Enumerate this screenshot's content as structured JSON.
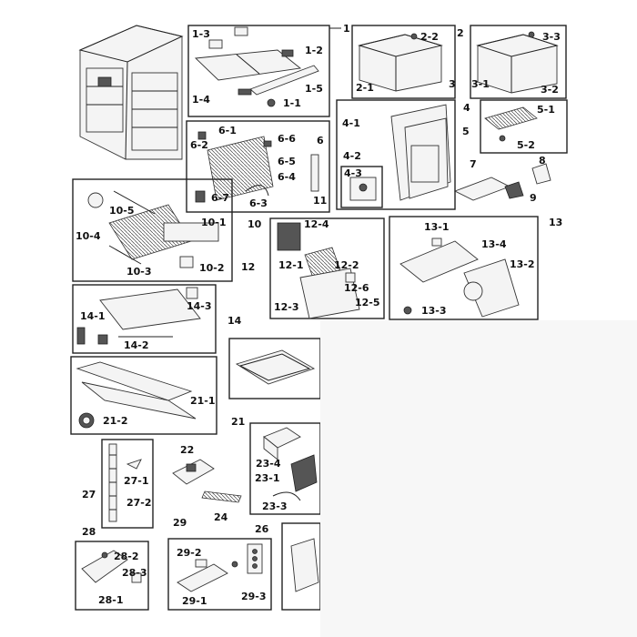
{
  "labels": {
    "g1": "1",
    "g1_3": "1-3",
    "g1_2": "1-2",
    "g1_4": "1-4",
    "g1_1": "1-1",
    "g1_5": "1-5",
    "g2": "2",
    "g2_2": "2-2",
    "g2_1": "2-1",
    "g3": "3",
    "g3_3": "3-3",
    "g3_1": "3-1",
    "g3_2": "3-2",
    "g4": "4",
    "g4_1": "4-1",
    "g4_2": "4-2",
    "g4_3": "4-3",
    "g5": "5",
    "g5_1": "5-1",
    "g5_2": "5-2",
    "g6": "6",
    "g6_1": "6-1",
    "g6_2": "6-2",
    "g6_6": "6-6",
    "g6_5": "6-5",
    "g6_4": "6-4",
    "g6_7": "6-7",
    "g6_3": "6-3",
    "g7": "7",
    "g8": "8",
    "g9": "9",
    "g11": "11",
    "g10": "10",
    "g10_5": "10-5",
    "g10_4": "10-4",
    "g10_3": "10-3",
    "g10_1": "10-1",
    "g10_2": "10-2",
    "g12": "12",
    "g12_4": "12-4",
    "g12_1": "12-1",
    "g12_2": "12-2",
    "g12_6": "12-6",
    "g12_5": "12-5",
    "g12_3": "12-3",
    "g13": "13",
    "g13_1": "13-1",
    "g13_4": "13-4",
    "g13_2": "13-2",
    "g13_3": "13-3",
    "g14": "14",
    "g14_3": "14-3",
    "g14_1": "14-1",
    "g14_2": "14-2",
    "g21": "21",
    "g21_1": "21-1",
    "g21_2": "21-2",
    "g22": "22",
    "g24": "24",
    "g23_4": "23-4",
    "g23_1": "23-1",
    "g23_3": "23-3",
    "g27": "27",
    "g27_1": "27-1",
    "g27_2": "27-2",
    "g28": "28",
    "g28_2": "28-2",
    "g28_3": "28-3",
    "g28_1": "28-1",
    "g29": "29",
    "g29_2": "29-2",
    "g29_1": "29-1",
    "g29_3": "29-3",
    "g26": "26"
  }
}
